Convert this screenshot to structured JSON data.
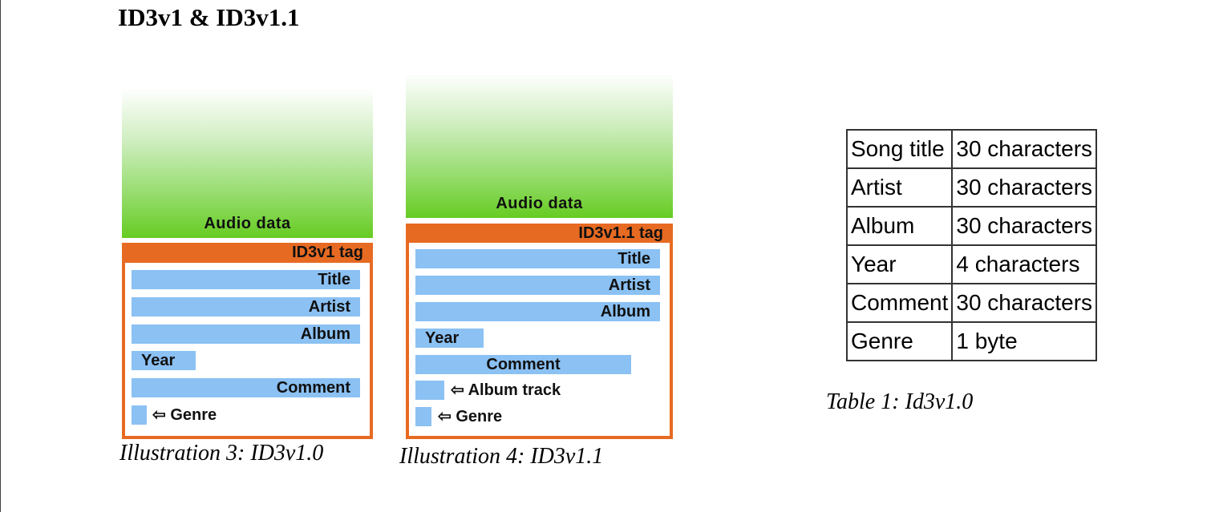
{
  "heading": "ID3v1 & ID3v1.1",
  "diagram_v1": {
    "audio_label": "Audio data",
    "tag_label": "ID3v1 tag",
    "fields": {
      "title": "Title",
      "artist": "Artist",
      "album": "Album",
      "year": "Year",
      "comment": "Comment",
      "genre": "⇦ Genre"
    },
    "caption": "Illustration 3: ID3v1.0"
  },
  "diagram_v11": {
    "audio_label": "Audio data",
    "tag_label": "ID3v1.1 tag",
    "fields": {
      "title": "Title",
      "artist": "Artist",
      "album": "Album",
      "year": "Year",
      "comment": "Comment",
      "album_track": "⇦ Album track",
      "genre": "⇦ Genre"
    },
    "caption": "Illustration 4: ID3v1.1"
  },
  "table": {
    "rows": [
      {
        "field": "Song title",
        "size": "30 characters"
      },
      {
        "field": "Artist",
        "size": "30 characters"
      },
      {
        "field": "Album",
        "size": "30 characters"
      },
      {
        "field": "Year",
        "size": "4 characters"
      },
      {
        "field": "Comment",
        "size": "30 characters"
      },
      {
        "field": "Genre",
        "size": "1 byte"
      }
    ],
    "caption": "Table 1: Id3v1.0"
  },
  "colors": {
    "tag_orange": "#e76a22",
    "field_blue": "#8bc1f3",
    "audio_green": "#66cc22"
  }
}
